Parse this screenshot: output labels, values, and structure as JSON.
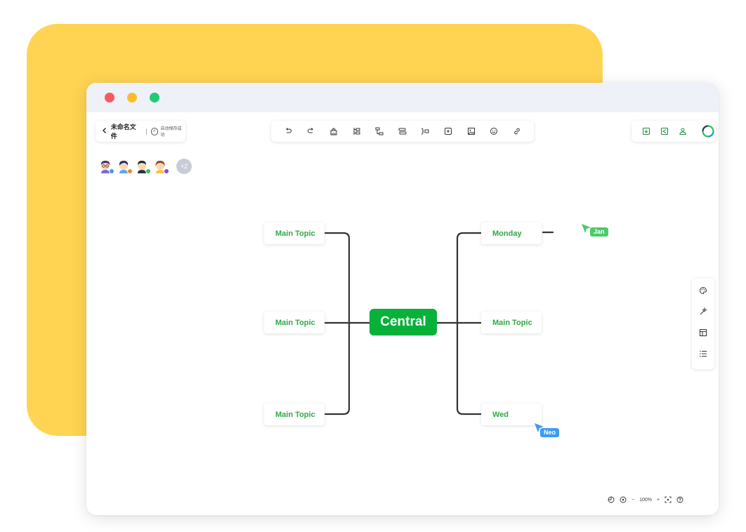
{
  "file": {
    "back_icon": "chevron-left-icon",
    "name": "未命名文件",
    "separator": "|",
    "save_icon": "check-circle-icon",
    "save_status": "自动保存成功"
  },
  "toolbar": {
    "tools": [
      "undo-icon",
      "redo-icon",
      "format-painter-icon",
      "insert-topic-icon",
      "insert-subtopic-icon",
      "relationship-icon",
      "summary-icon",
      "boundary-icon",
      "image-icon",
      "emoji-icon",
      "link-icon"
    ]
  },
  "right_toolbar": {
    "tools": [
      "export-icon",
      "share-icon",
      "collaborators-icon",
      "logo-icon"
    ]
  },
  "collaborators": {
    "more": "+2",
    "status_colors": [
      "#3d9cf0",
      "#f08a24",
      "#2fbf5a",
      "#7b4fd8"
    ]
  },
  "mindmap": {
    "central": "Central",
    "left_topics": [
      "Main Topic",
      "Main Topic",
      "Main Topic"
    ],
    "right_topics": [
      "Monday",
      "Main Topic",
      "Wed"
    ],
    "node_text_color": "#2fa846",
    "central_color": "#07b13a"
  },
  "cursors": [
    {
      "name": "Jan",
      "color": "#4ccb68"
    },
    {
      "name": "Neo",
      "color": "#3d9cf0"
    }
  ],
  "side_tools": [
    "palette-icon",
    "magic-style-icon",
    "layout-icon",
    "outline-list-icon"
  ],
  "zoom": {
    "level": "100%",
    "minus": "−",
    "plus": "+"
  },
  "colors": {
    "backdrop": "#ffd453",
    "titlebar": "#eef2f8",
    "traffic_red": "#f45b5f",
    "traffic_yellow": "#fbbd2d",
    "traffic_green": "#1fcc73"
  }
}
